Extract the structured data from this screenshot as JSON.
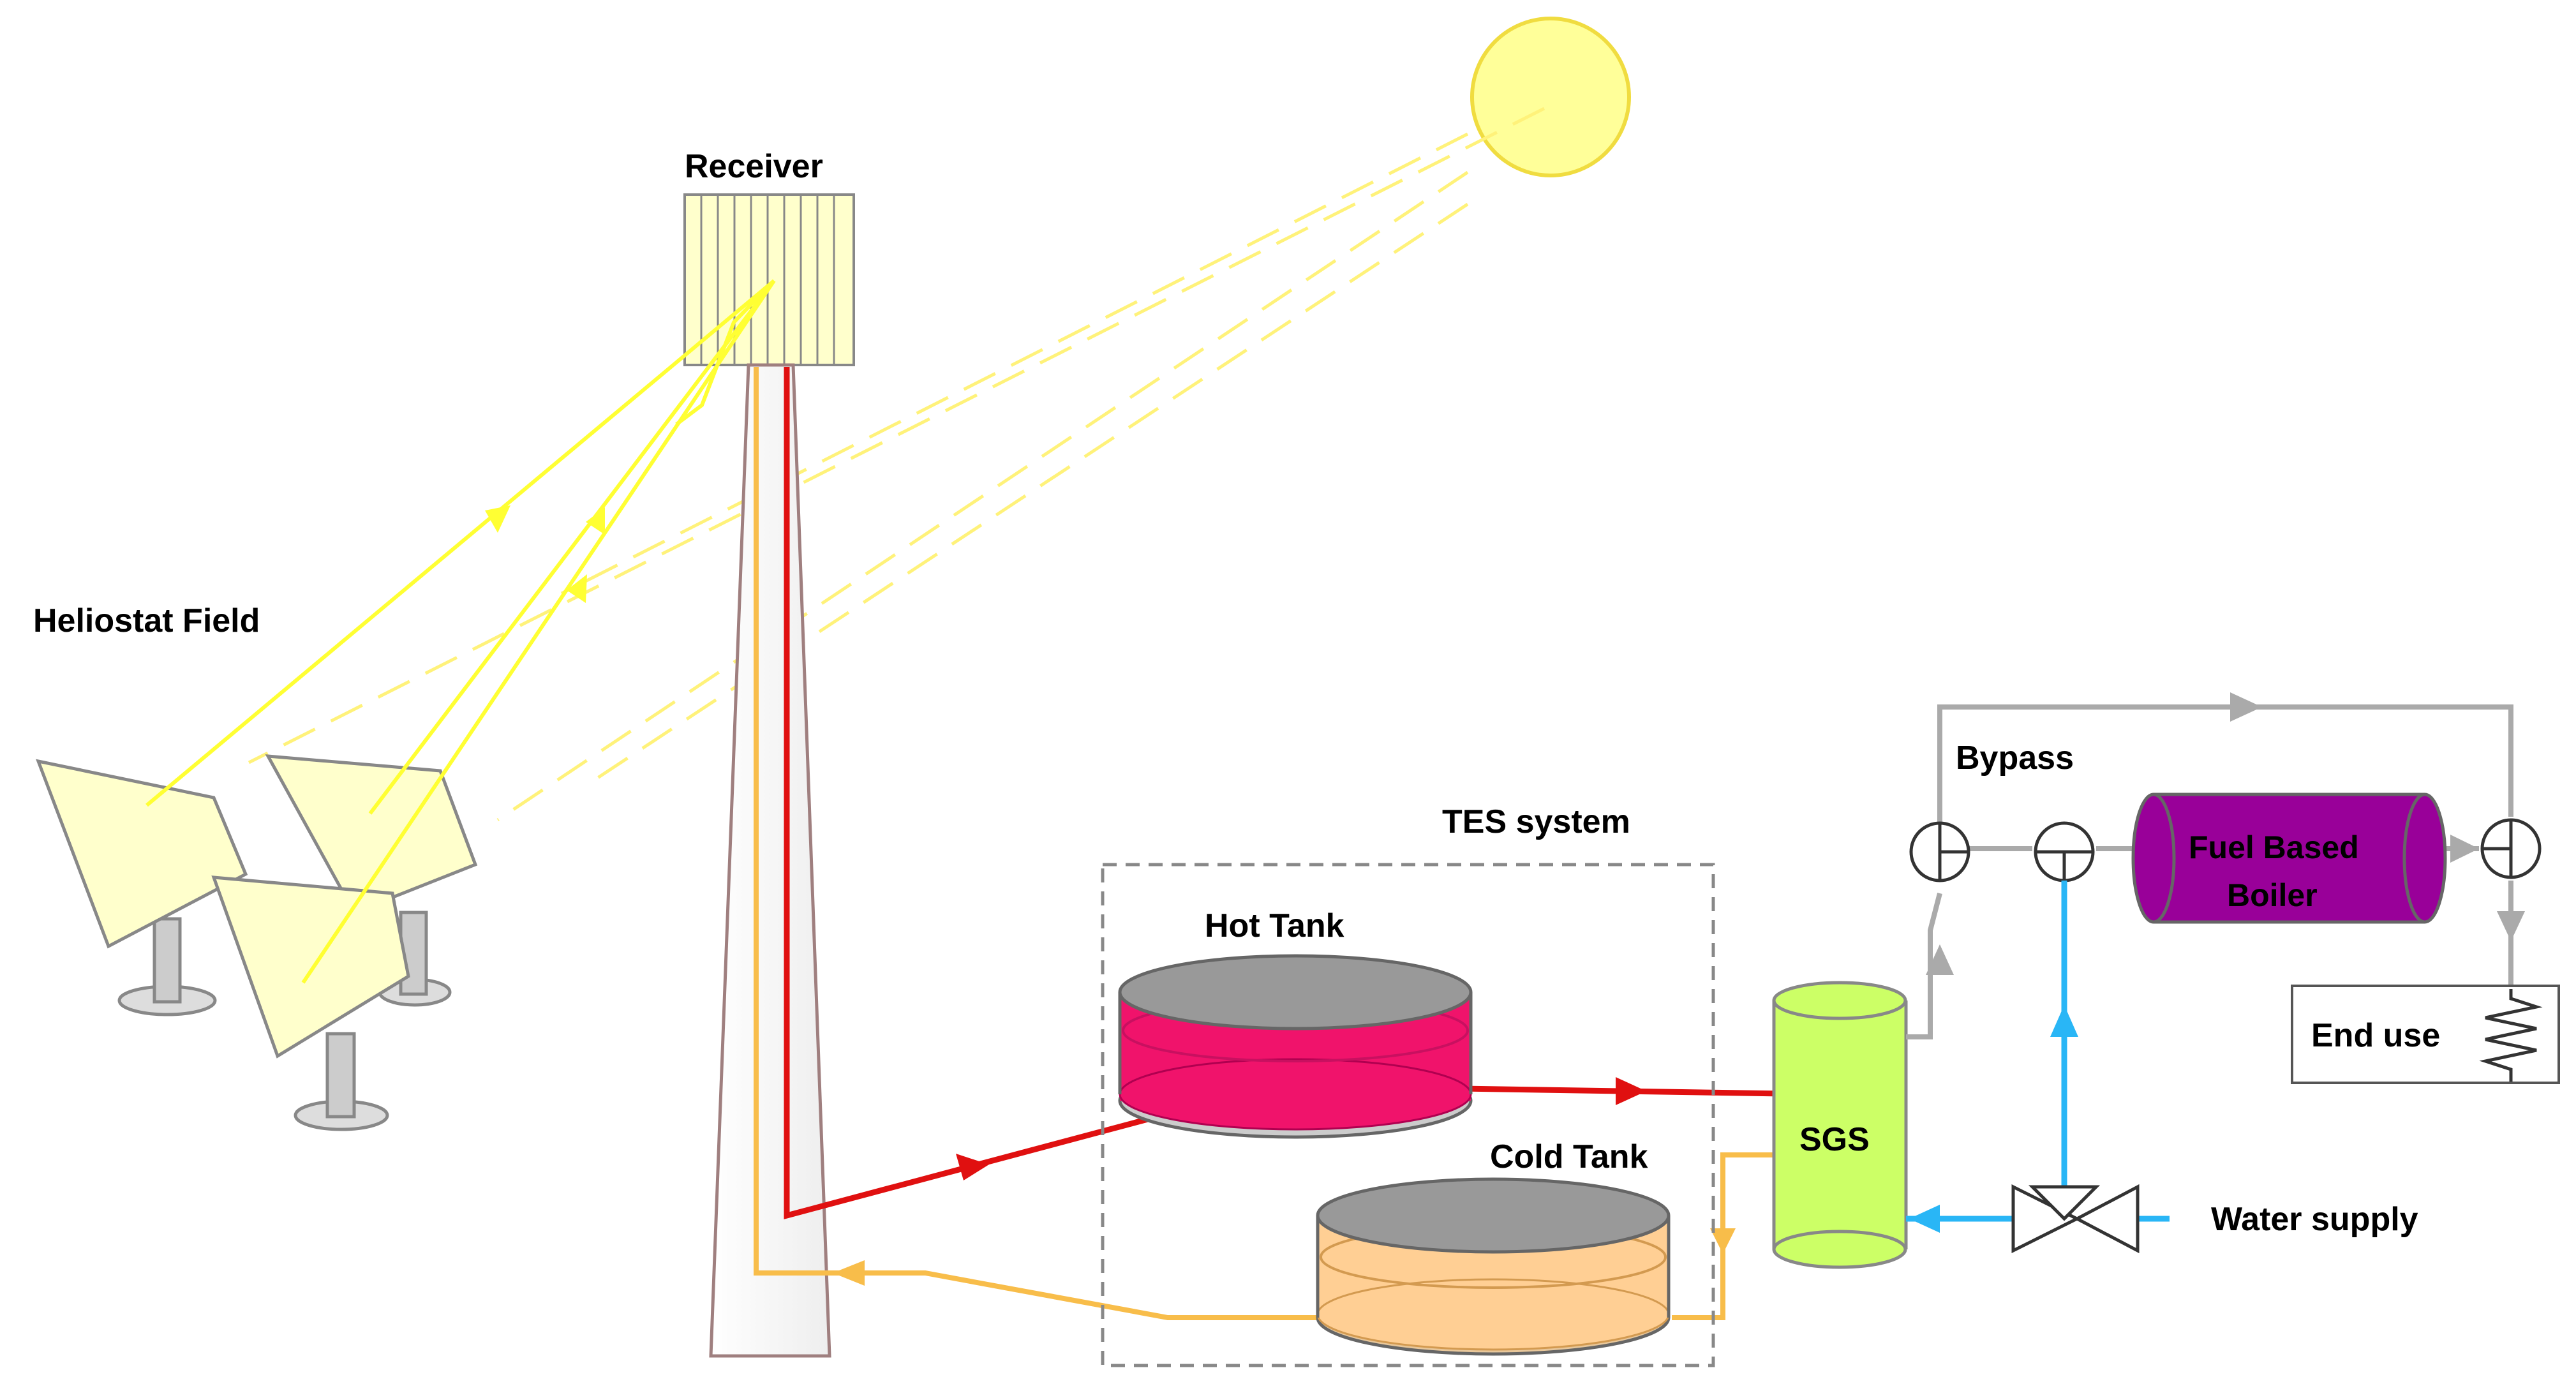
{
  "labels": {
    "receiver": "Receiver",
    "heliostat_field": "Heliostat Field",
    "tes_system": "TES system",
    "hot_tank": "Hot Tank",
    "cold_tank": "Cold Tank",
    "sgs": "SGS",
    "bypass": "Bypass",
    "boiler_line1": "Fuel Based",
    "boiler_line2": "Boiler",
    "end_use": "End use",
    "water_supply": "Water supply"
  },
  "colors": {
    "sun_fill": "#ffff99",
    "sun_stroke": "#f0dc40",
    "ray_solid": "#ffff33",
    "ray_dashed": "#fff27a",
    "hot_line": "#e01010",
    "cold_line": "#f8bd4a",
    "water_line": "#29b6f6",
    "steam_line": "#aaaaaa",
    "hot_tank_fill": "#f0136b",
    "cold_tank_fill": "#ffcf94",
    "tank_top": "#999999",
    "sgs_fill": "#ccff66",
    "boiler_fill": "#990099",
    "heliostat_fill": "#ffffcc",
    "tower_stroke": "#9f7f7f"
  }
}
